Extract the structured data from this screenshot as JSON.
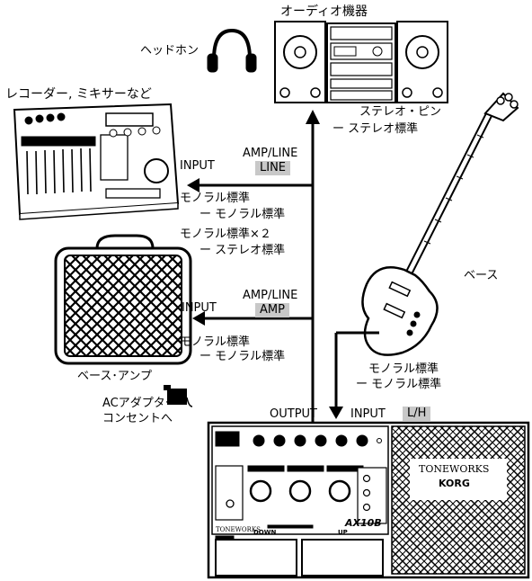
{
  "devices": {
    "audio": "オーディオ機器",
    "headphones": "ヘッドホン",
    "recorder": "レコーダー, ミキサーなど",
    "bass": "ベース",
    "amp": "ベース･アンプ",
    "adapter_line1": "ACアダプター",
    "adapter_line2": "コンセントへ",
    "pedal_brand": "TONEWORKS",
    "pedal_maker": "KORG",
    "pedal_model": "AX10B",
    "pedal_small_brand": "TONEWORKS",
    "pedal_down": "DOWN",
    "pedal_up": "UP"
  },
  "cables": {
    "audio_stereo": "ステレオ・ピン",
    "audio_stereo2": "ー ステレオ標準",
    "mono_mono_a": "モノラル標準",
    "mono_mono_b": "ー モノラル標準",
    "mono2_stereo_a": "モノラル標準×２",
    "mono2_stereo_b": "ー ステレオ標準",
    "amp_mono_a": "モノラル標準",
    "amp_mono_b": "ー モノラル標準",
    "bass_mono_a": "モノラル標準",
    "bass_mono_b": "ー モノラル標準"
  },
  "ports": {
    "input_rec": "INPUT",
    "input_amp": "INPUT",
    "output": "OUTPUT",
    "input_pedal": "INPUT",
    "ampline_1": "AMP/LINE",
    "ampline_1_setting": "LINE",
    "ampline_2": "AMP/LINE",
    "ampline_2_setting": "AMP",
    "input_setting": "L/H"
  },
  "colors": {
    "setting_tag_bg": "#c8c8c8",
    "line": "#000000"
  }
}
